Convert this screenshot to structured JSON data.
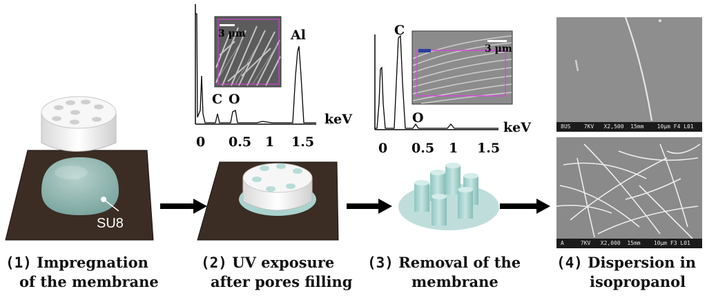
{
  "steps": [
    {
      "number": "(1)",
      "line1": "Impregnation",
      "line2": "of the membrane"
    },
    {
      "number": "(2)",
      "line1": "UV exposure",
      "line2": "after pores filling"
    },
    {
      "number": "(3)",
      "line1": "Removal of the",
      "line2": "membrane"
    },
    {
      "number": "(4)",
      "line1": "Dispersion in",
      "line2": "isopropanol"
    }
  ],
  "su8_label": "SU8",
  "spectrum1": {
    "unit": "keV",
    "ticks": [
      "0",
      "0.5",
      "1",
      "1.5"
    ],
    "peaks": [
      "C",
      "O",
      "Al"
    ],
    "inset_scale": "3 µm"
  },
  "spectrum2": {
    "unit": "keV",
    "ticks": [
      "0",
      "0.5",
      "1",
      "1.5"
    ],
    "peaks": [
      "C",
      "O"
    ],
    "inset_scale": "3 µm"
  },
  "sem_top_caption": "8US    7KV   X2,500  15mm    10µm F4 L01",
  "sem_bottom_caption": "A     7KV   X2,000  15mm    10µm F3 L01",
  "colors": {
    "substrate": "#3b2d24",
    "resin": "#a9d3cf",
    "membrane": "#f2f2f2",
    "arrow": "#000000",
    "sem_bg": "#8a8a8a"
  }
}
